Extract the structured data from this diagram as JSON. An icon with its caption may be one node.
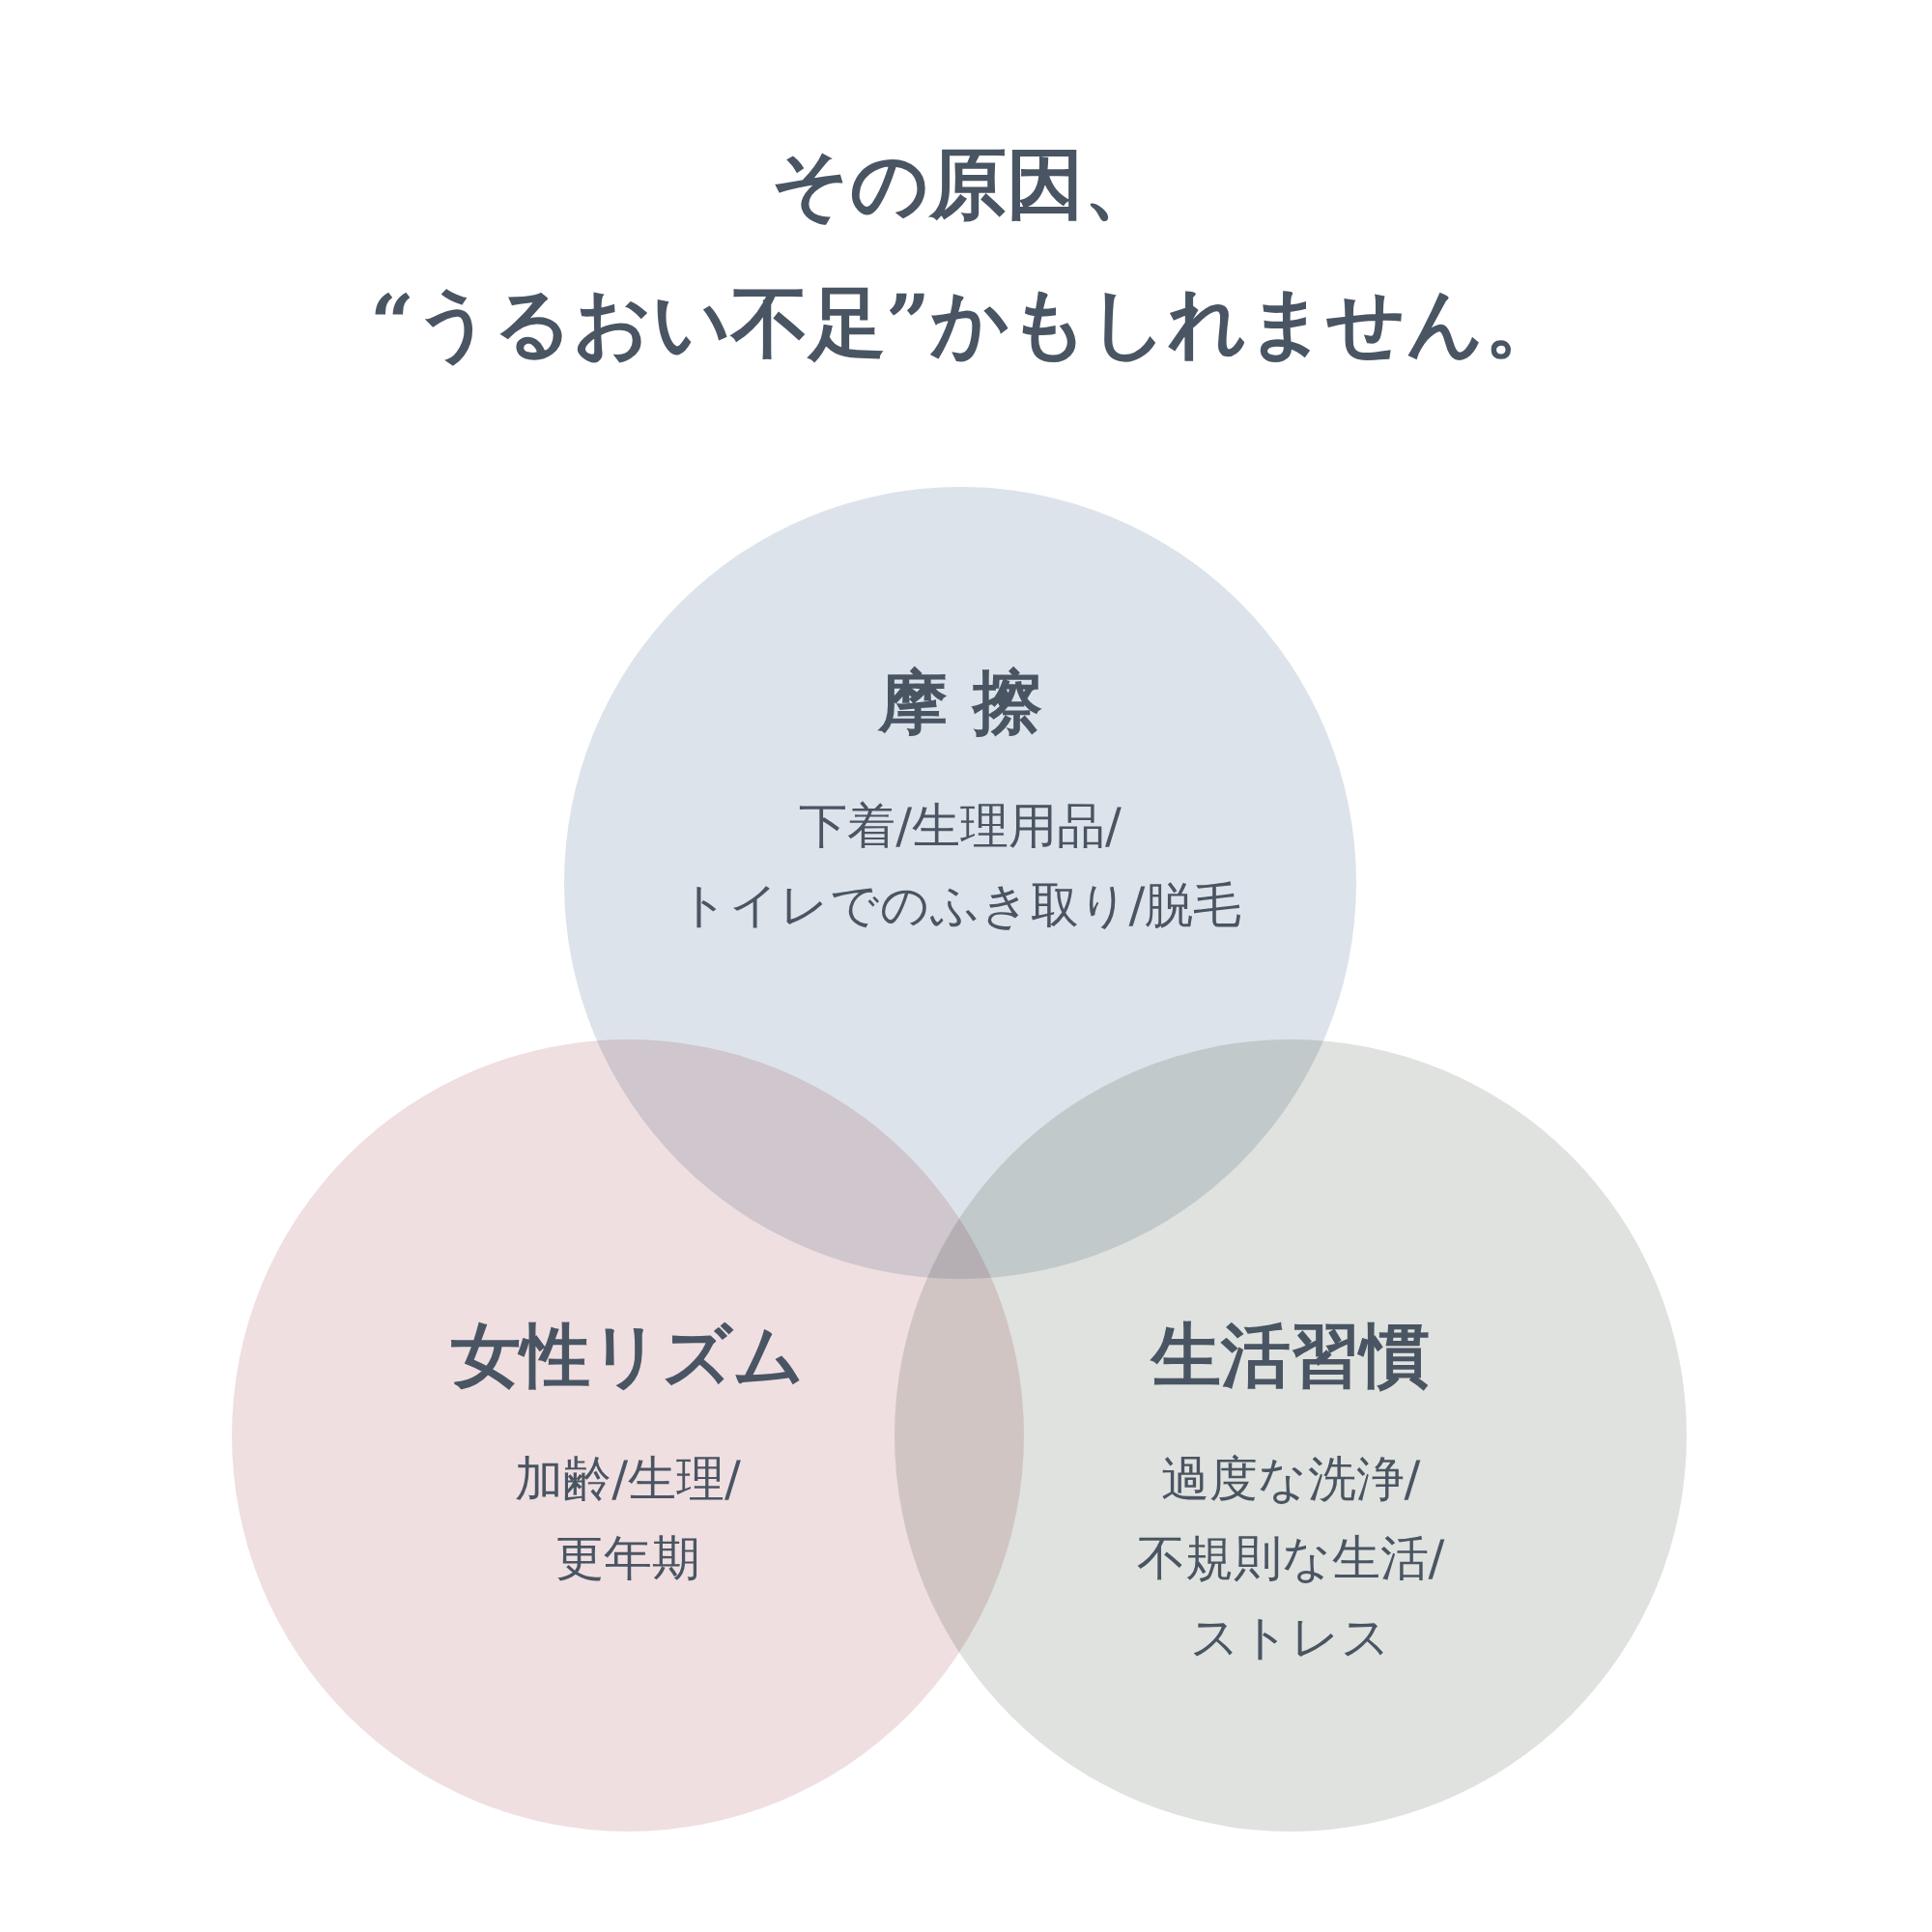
{
  "diagram": {
    "title": "その原因、“うるおい不足”かもしれません。",
    "nodes": [
      {
        "text": [
          "摩 擦",
          "下着/生理用品/トイレでのふき取り/脱毛"
        ]
      },
      {
        "text": [
          "女性リズム",
          "加齢/生理/更年期"
        ]
      },
      {
        "text": [
          "生活習慣",
          "過度な洗浄/不規則な生活/ストレス"
        ]
      }
    ]
  }
}
